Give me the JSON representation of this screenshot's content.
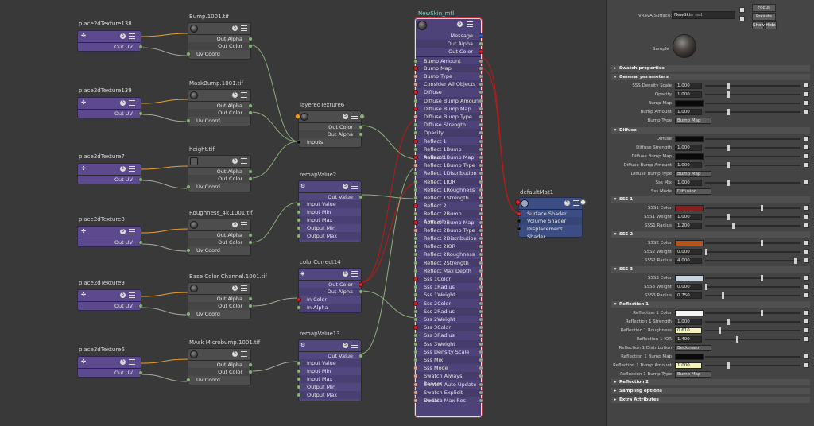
{
  "graph": {
    "place2d_nodes": [
      {
        "name": "place2dTexture138",
        "out_uv": "Out UV"
      },
      {
        "name": "place2dTexture139",
        "out_uv": "Out UV"
      },
      {
        "name": "place2dTexture7",
        "out_uv": "Out UV"
      },
      {
        "name": "place2dTexture8",
        "out_uv": "Out UV"
      },
      {
        "name": "place2dTexture9",
        "out_uv": "Out UV"
      },
      {
        "name": "place2dTexture6",
        "out_uv": "Out UV"
      }
    ],
    "file_nodes": [
      {
        "name": "Bump.1001.tif",
        "rows": [
          "Out Alpha",
          "Out Color",
          "Uv Coord"
        ]
      },
      {
        "name": "MaskBump.1001.tif",
        "rows": [
          "Out Alpha",
          "Out Color",
          "Uv Coord"
        ]
      },
      {
        "name": "height.tif",
        "rows": [
          "Out Alpha",
          "Out Color",
          "Uv Coord"
        ]
      },
      {
        "name": "Roughness_4k.1001.tif",
        "rows": [
          "Out Alpha",
          "Out Color",
          "Uv Coord"
        ]
      },
      {
        "name": "Base Color Channel.1001.tif",
        "rows": [
          "Out Alpha",
          "Out Color",
          "Uv Coord"
        ]
      },
      {
        "name": "MAsk Microbump.1001.tif",
        "rows": [
          "Out Alpha",
          "Out Color",
          "Uv Coord"
        ]
      }
    ],
    "layered": {
      "name": "layeredTexture6",
      "rows": [
        "Out Color",
        "Out Alpha",
        "Inputs"
      ]
    },
    "remap2": {
      "name": "remapValue2",
      "rows": [
        "Out Value",
        "Input Value",
        "Input Min",
        "Input Max",
        "Output Min",
        "Output Max"
      ]
    },
    "cc14": {
      "name": "colorCorrect14",
      "rows": [
        "Out Color",
        "Out Alpha",
        "In Color",
        "In Alpha"
      ]
    },
    "remap13": {
      "name": "remapValue13",
      "rows": [
        "Out Value",
        "Input Value",
        "Input Min",
        "Input Max",
        "Output Min",
        "Output Max"
      ]
    },
    "skin": {
      "name": "NewSkin_mtl",
      "outputs": [
        "Message",
        "Out Alpha",
        "Out Color"
      ],
      "inputs": [
        "Bump Amount",
        "Bump Map",
        "Bump Type",
        "Consider All Objects",
        "Diffuse",
        "Diffuse Bump Amount",
        "Diffuse Bump Map",
        "Diffuse Bump Type",
        "Diffuse Strength",
        "Opacity",
        "Reflect 1",
        "Reflect 1Bump Amount",
        "Reflect 1Bump Map",
        "Reflect 1Bump Type",
        "Reflect 1Distribution",
        "Reflect 1IOR",
        "Reflect 1Roughness",
        "Reflect 1Strength",
        "Reflect 2",
        "Reflect 2Bump Amount",
        "Reflect 2Bump Map",
        "Reflect 2Bump Type",
        "Reflect 2Distribution",
        "Reflect 2IOR",
        "Reflect 2Roughness",
        "Reflect 2Strength",
        "Reflect Max Depth",
        "Sss 1Color",
        "Sss 1Radius",
        "Sss 1Weight",
        "Sss 2Color",
        "Sss 2Radius",
        "Sss 2Weight",
        "Sss 3Color",
        "Sss 3Radius",
        "Sss 3Weight",
        "Sss Density Scale",
        "Sss Mix",
        "Sss Mode",
        "Swatch Always Render",
        "Swatch Auto Update",
        "Swatch Explicit Update",
        "Swatch Max Res"
      ]
    },
    "sg": {
      "name": "defaultMat1",
      "rows": [
        "Surface Shader",
        "Volume Shader",
        "Displacement Shader"
      ]
    }
  },
  "attr": {
    "name_label": "VRayAlSurface:",
    "name_value": "NewSkin_mtl",
    "focus": "Focus",
    "presets": "Presets",
    "show": "Show",
    "hide": "Hide",
    "sample": "Sample",
    "sections": {
      "swatch": "Swatch properties",
      "general": "General parameters",
      "diffuse": "Diffuse",
      "sss1": "SSS 1",
      "sss2": "SSS 2",
      "sss3": "SSS 3",
      "refl1": "Reflection 1",
      "refl2": "Reflection 2",
      "sampling": "Sampling options",
      "extra": "Extra Attributes"
    },
    "general": [
      {
        "label": "SSS Density Scale",
        "value": "1.000"
      },
      {
        "label": "Opacity",
        "value": "1.000"
      },
      {
        "label": "Bump Map",
        "value": ""
      },
      {
        "label": "Bump Amount",
        "value": "1.000"
      },
      {
        "label": "Bump Type",
        "value": "Bump Map"
      }
    ],
    "diffuse": [
      {
        "label": "Diffuse",
        "value": ""
      },
      {
        "label": "Diffuse Strength",
        "value": "1.000"
      },
      {
        "label": "Diffuse Bump Map",
        "value": ""
      },
      {
        "label": "Diffuse Bump Amount",
        "value": "1.000"
      },
      {
        "label": "Diffuse Bump Type",
        "value": "Bump Map"
      },
      {
        "label": "Sss Mix",
        "value": "1.000"
      },
      {
        "label": "Sss Mode",
        "value": "Diffusion"
      }
    ],
    "sss1": [
      {
        "label": "SSS1 Color",
        "value": ""
      },
      {
        "label": "SSS1 Weight",
        "value": "1.000"
      },
      {
        "label": "SSS1 Radius",
        "value": "1.200"
      }
    ],
    "sss2": [
      {
        "label": "SSS2 Color",
        "value": ""
      },
      {
        "label": "SSS2 Weight",
        "value": "0.000"
      },
      {
        "label": "SSS2 Radius",
        "value": "4.000"
      }
    ],
    "sss3": [
      {
        "label": "SSS3 Color",
        "value": ""
      },
      {
        "label": "SSS3 Weight",
        "value": "0.000"
      },
      {
        "label": "SSS3 Radius",
        "value": "0.750"
      }
    ],
    "refl1": [
      {
        "label": "Reflection 1 Color",
        "value": ""
      },
      {
        "label": "Reflection 1 Strength",
        "value": "1.000"
      },
      {
        "label": "Reflection 1 Roughness",
        "value": "0.610"
      },
      {
        "label": "Reflection 1 IOR",
        "value": "1.400"
      },
      {
        "label": "Reflection 1 Distribution",
        "value": "Beckmann"
      },
      {
        "label": "Reflection 1 Bump Map",
        "value": ""
      },
      {
        "label": "Reflection 1 Bump Amount",
        "value": "1.000"
      },
      {
        "label": "Reflection 1 Bump Type",
        "value": "Bump Map"
      }
    ],
    "colors": {
      "sss1": "#8a1e1e",
      "sss2": "#b8541a",
      "sss3": "#c4d4e0",
      "refl1": "#f4f4f4",
      "highlight": "#f3f3b8"
    }
  }
}
